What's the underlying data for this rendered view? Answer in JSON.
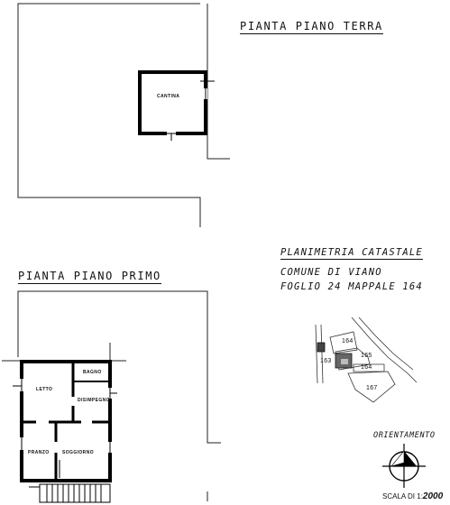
{
  "titles": {
    "ground_floor": "PIANTA   PIANO   TERRA",
    "first_floor": "PIANTA   PIANO   PRIMO",
    "cadastral": "PLANIMETRIA   CATASTALE",
    "municipality": "COMUNE  DI  VIANO",
    "sheet_parcel": "FOGLIO  24   MAPPALE  164"
  },
  "rooms": {
    "cantina": "CANTINA",
    "letto": "LETTO",
    "bagno": "BAGNO",
    "disimpegno": "DISIMPEGNO",
    "pranzo": "PRANZO",
    "soggiorno": "SOGGIORNO"
  },
  "parcels": {
    "p164a": "164",
    "p163": "163",
    "p165": "165",
    "p164b": "164",
    "p167": "167"
  },
  "orientation_label": "ORIENTAMENTO",
  "scale_label": "SCALA DI 1:",
  "scale_value": "2000",
  "icons": {
    "north": "north-arrow-icon"
  }
}
